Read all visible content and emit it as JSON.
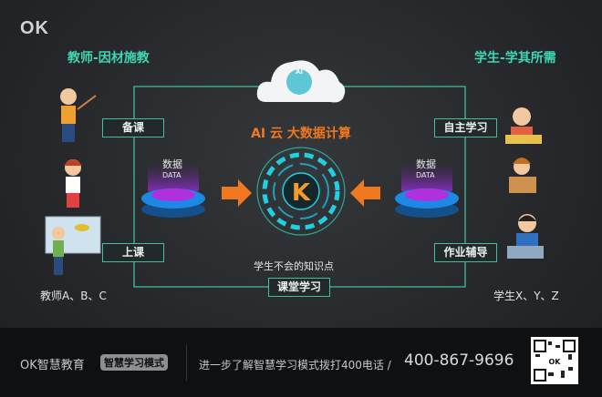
{
  "logo": "OK",
  "left_heading": "教师-因材施教",
  "right_heading": "学生-学其所需",
  "cloud_label": "AI",
  "center_title": "AI 云 大数据计算",
  "center_logo": "K",
  "boxes": {
    "prepare": "备课",
    "lecture": "上课",
    "self_study": "自主学习",
    "homework": "作业辅导",
    "classroom": "课堂学习"
  },
  "data_left": {
    "title": "数据",
    "sub": "DATA"
  },
  "data_right": {
    "title": "数据",
    "sub": "DATA"
  },
  "unknown_points": "学生不会的知识点",
  "teachers_label": "教师A、B、C",
  "students_label": "学生X、Y、Z",
  "footer": {
    "brand": "OK智慧教育",
    "badge": "智慧学习模式",
    "cta": "进一步了解智慧学习模式拨打400电话 /",
    "phone": "400-867-9696",
    "qr_text": "OK"
  },
  "colors": {
    "accent_green": "#3fd6b4",
    "orange": "#f0781e",
    "cyan": "#1fd0e0"
  }
}
